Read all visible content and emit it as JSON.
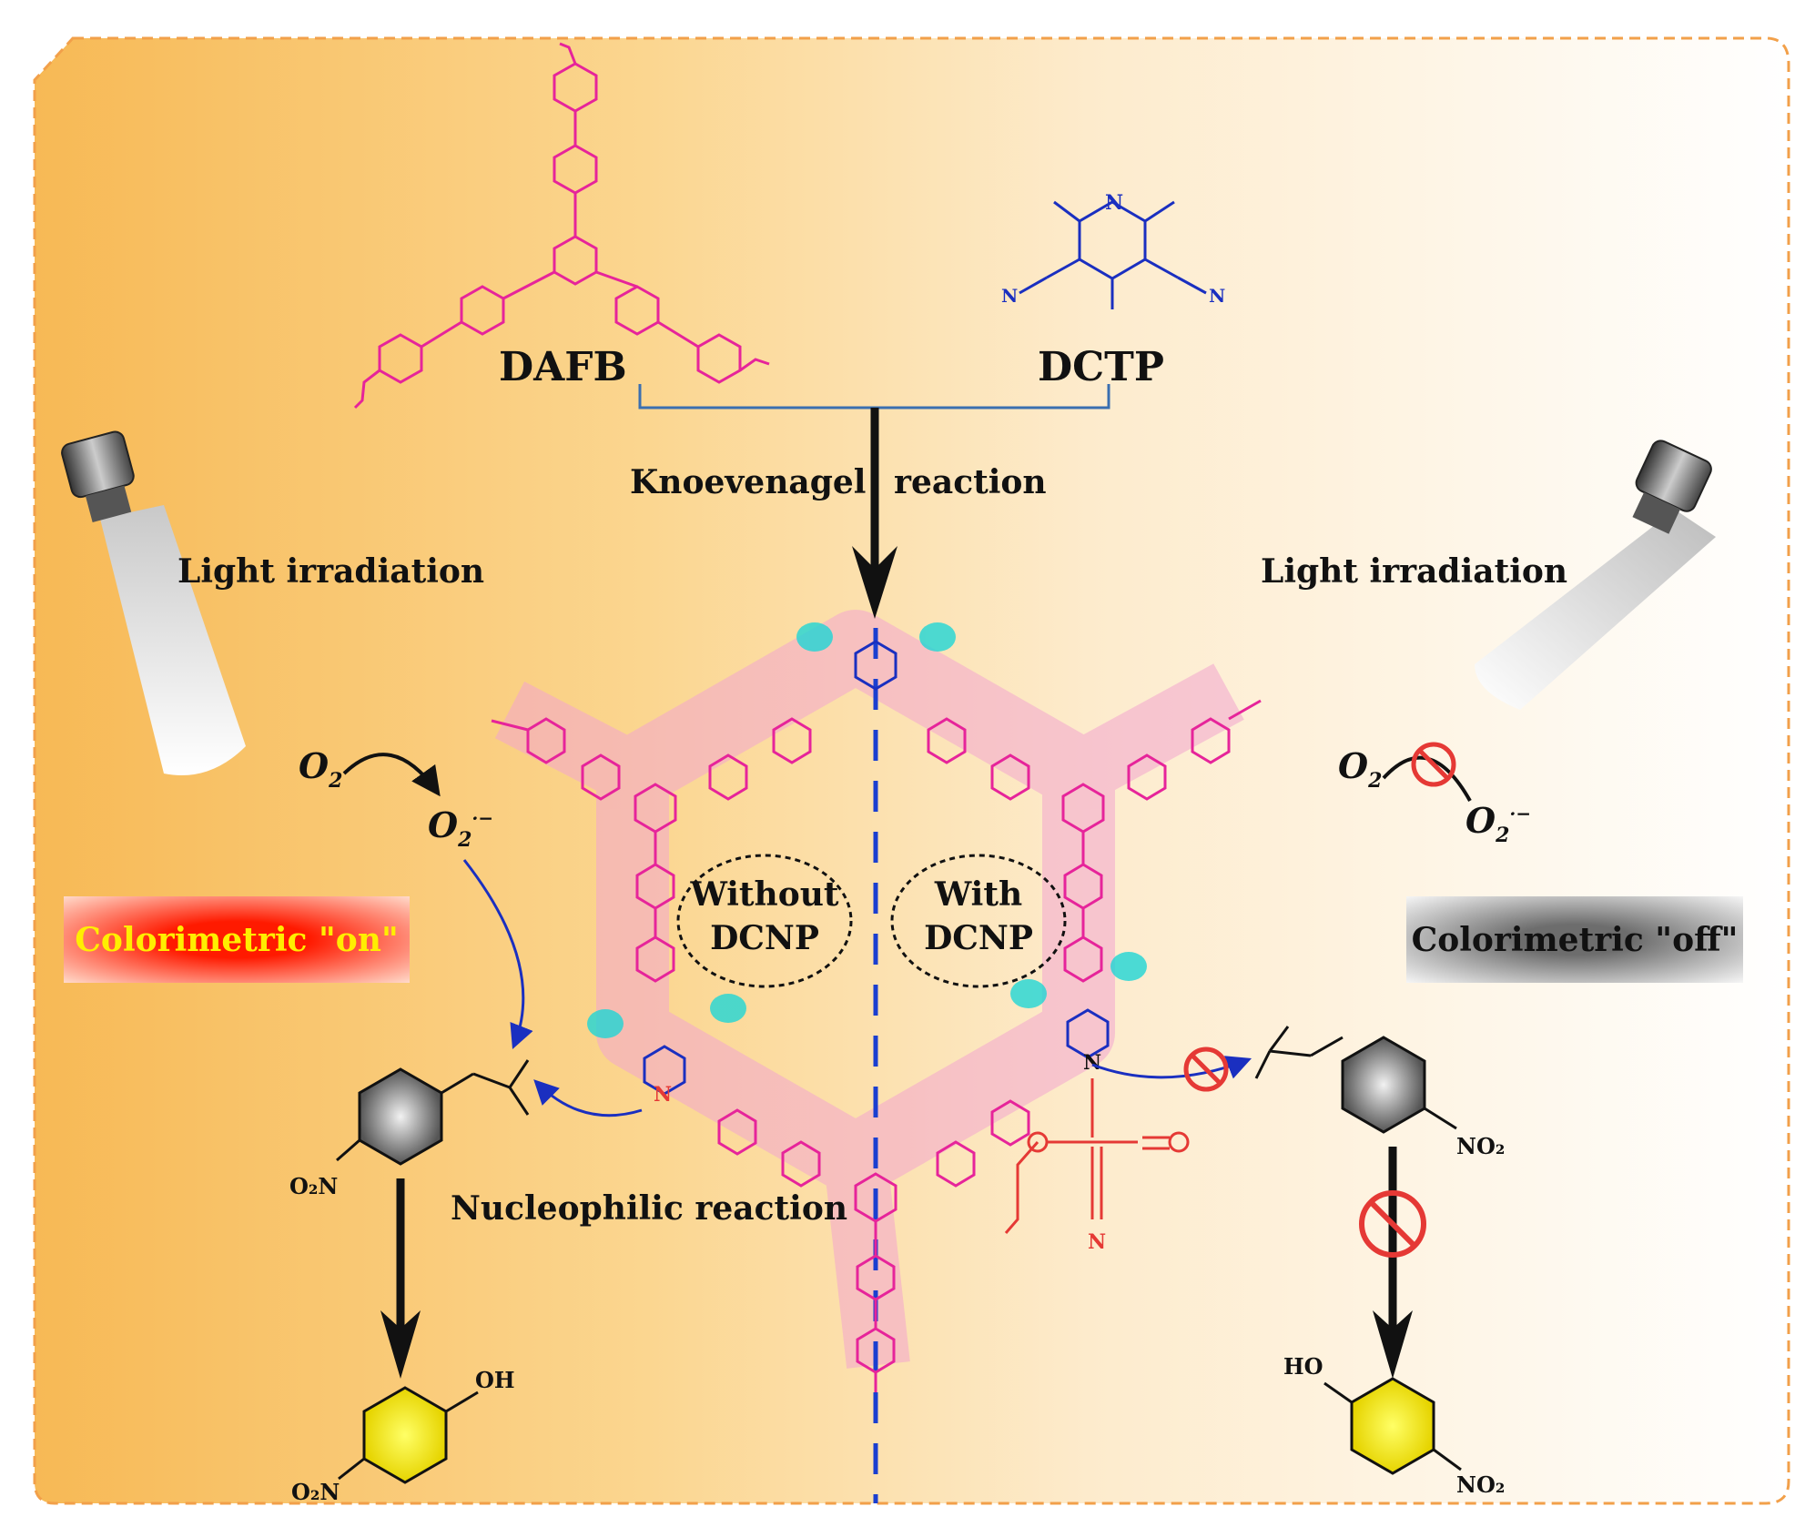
{
  "monomers": {
    "left_name": "DAFB",
    "right_name": "DCTP"
  },
  "reaction": {
    "left_word": "Knoevenagel",
    "right_word": "reaction",
    "nucleophilic": "Nucleophilic reaction"
  },
  "pore": {
    "left_label_line1": "Without",
    "left_label_line2": "DCNP",
    "right_label_line1": "With",
    "right_label_line2": "DCNP"
  },
  "left_panel": {
    "light_label": "Light irradiation",
    "status": "Colorimetric \"on\"",
    "o2": "O",
    "o2_sub": "2",
    "superoxide": "O",
    "superoxide_sub": "2",
    "superoxide_sup": "·−"
  },
  "right_panel": {
    "light_label": "Light irradiation",
    "status": "Colorimetric \"off\"",
    "o2": "O",
    "o2_sub": "2",
    "superoxide": "O",
    "superoxide_sub": "2",
    "superoxide_sup": "·−"
  },
  "chem_labels": {
    "nitro_left": "O₂N",
    "nitro_right": "NO₂",
    "hydroxyl": "OH",
    "ho": "HO",
    "nitrogen": "N"
  },
  "colors": {
    "background_left": "#f8c46a",
    "background_right": "#fffdfa",
    "border": "#f2a04a",
    "cof_pink": "#e6249a",
    "dctp_blue": "#1a2fc0",
    "dcnp_red": "#e53935",
    "on_badge": "#ff1a00",
    "on_text": "#ffee00"
  }
}
